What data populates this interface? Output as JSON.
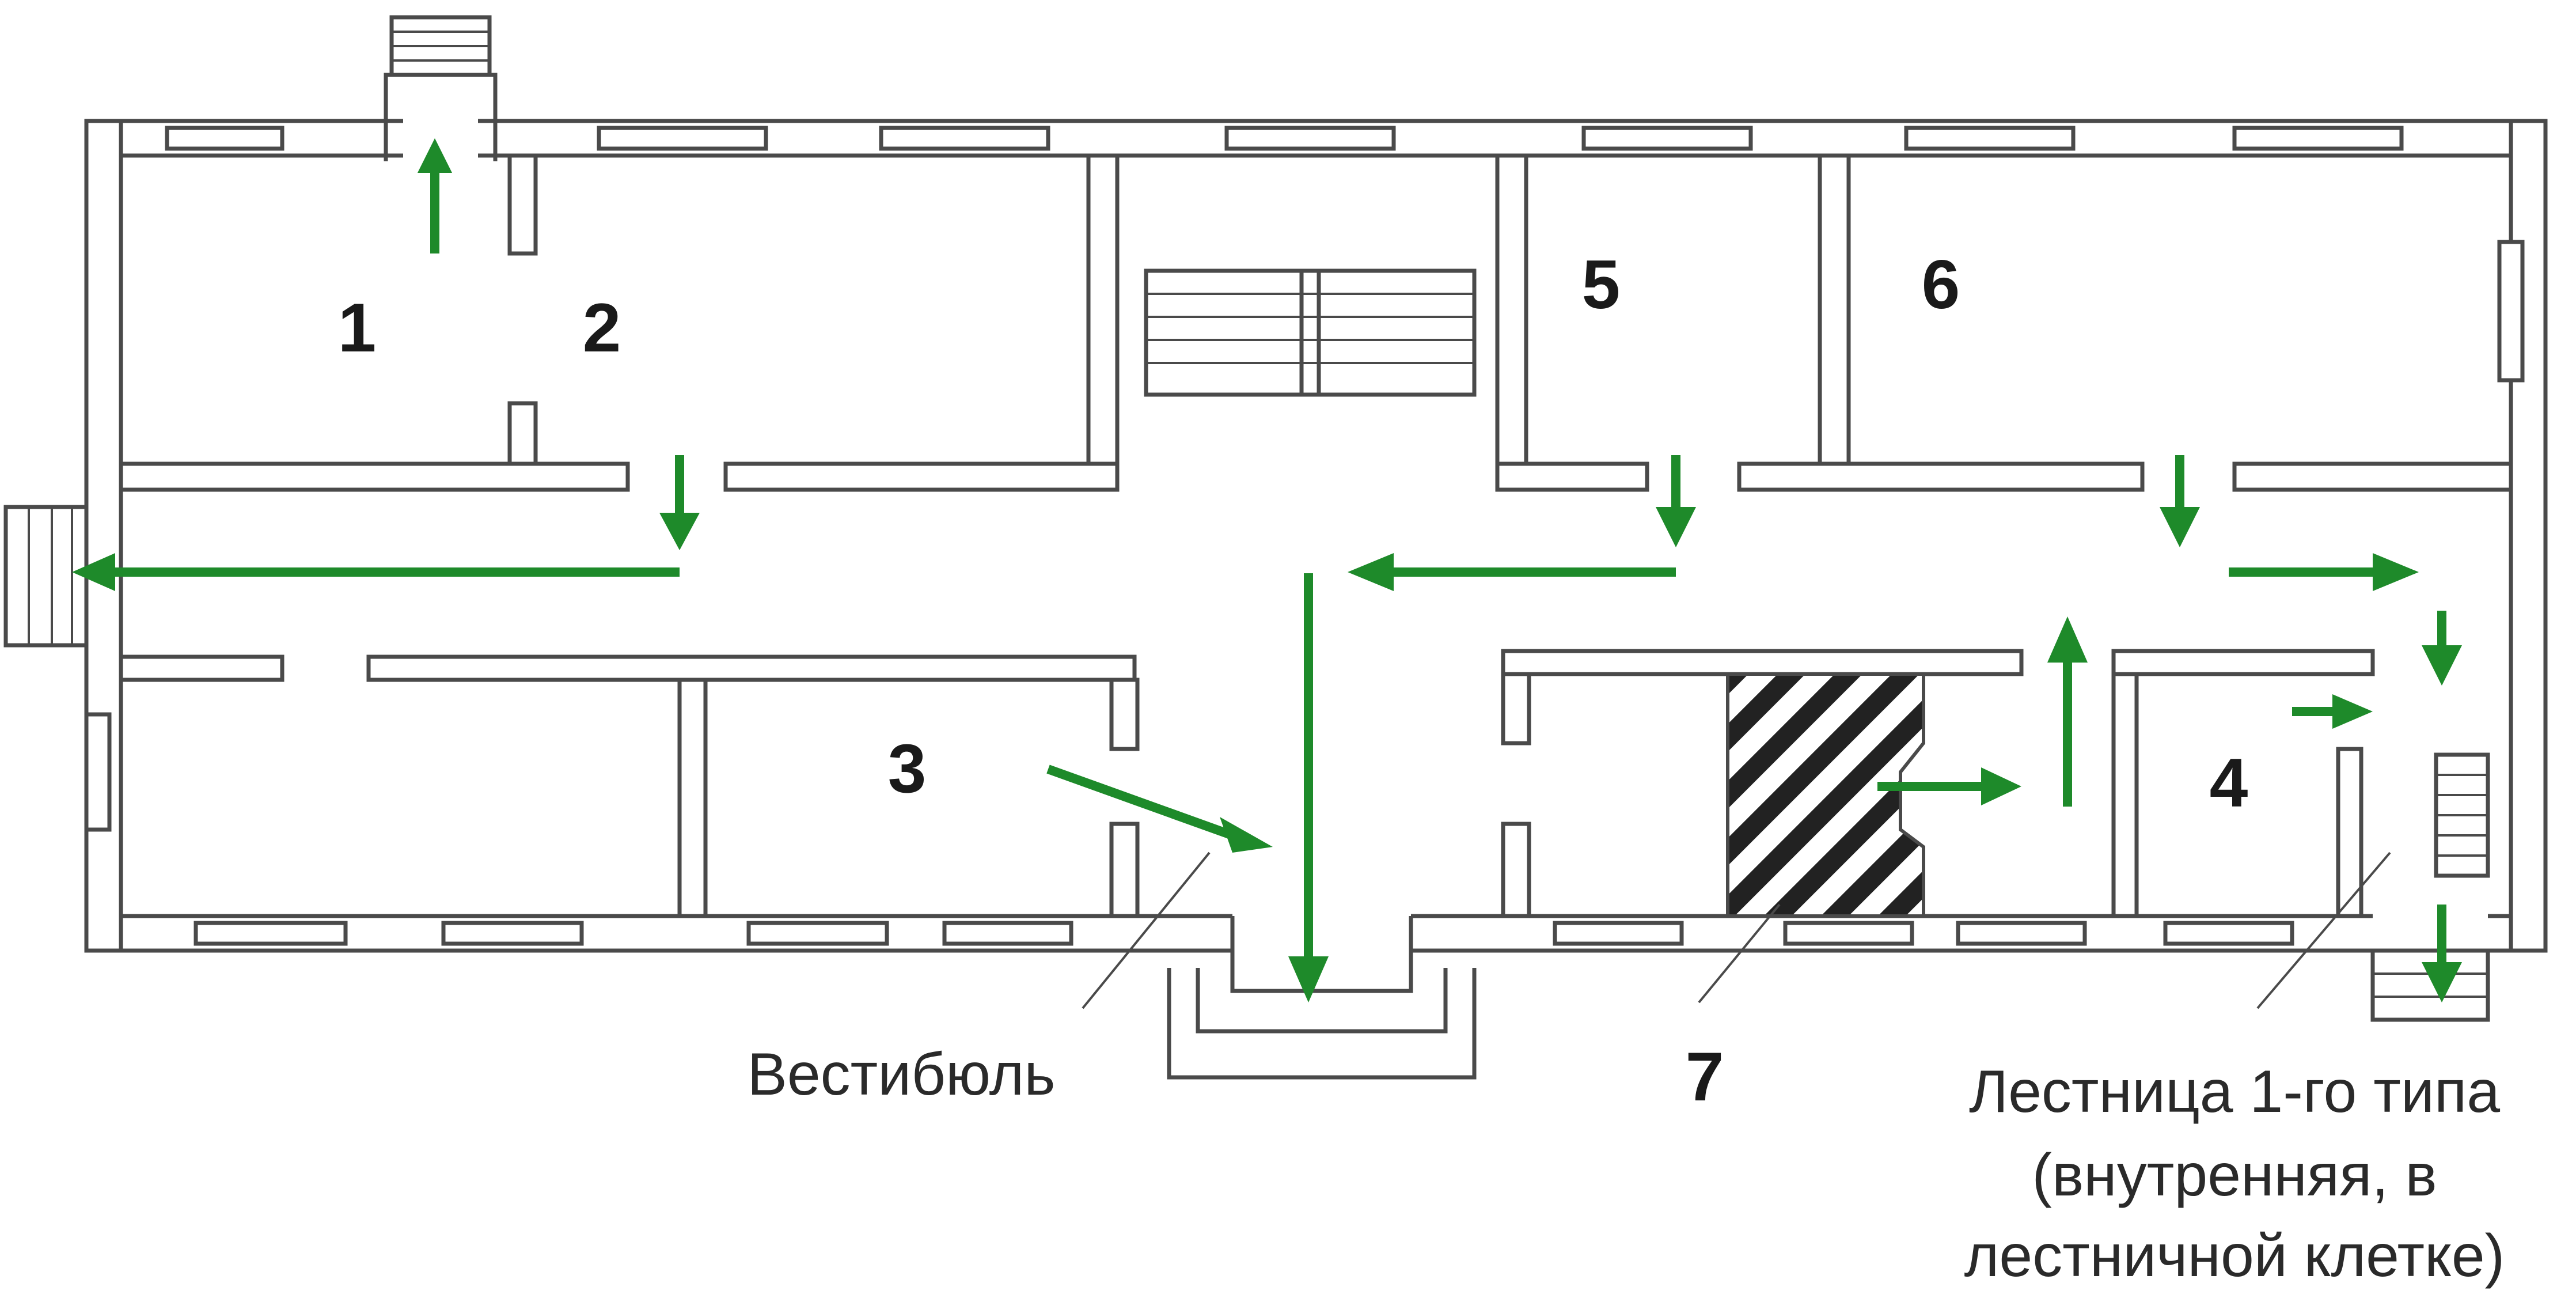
{
  "rooms": [
    "1",
    "2",
    "3",
    "4",
    "5",
    "6",
    "7"
  ],
  "labels": {
    "vestibule": "Вестибюль",
    "stair_line1": "Лестница 1-го типа",
    "stair_line2": "(внутренняя, в",
    "stair_line3": "лестничной клетке)"
  },
  "colors": {
    "arrow": "#1e8a2a",
    "wall": "#4a4a4a"
  }
}
